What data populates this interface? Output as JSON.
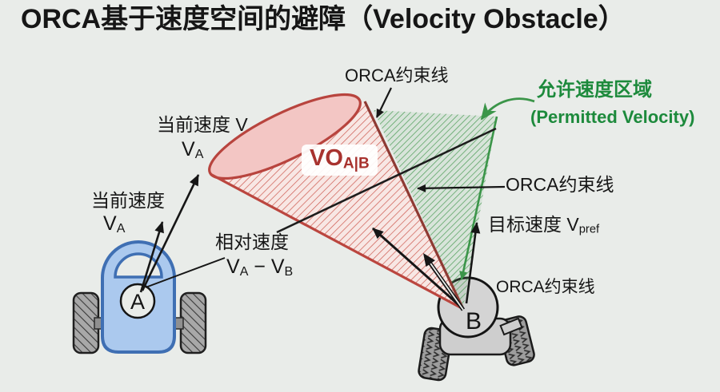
{
  "title": "ORCA基于速度空间的避障（Velocity Obstacle）",
  "labels": {
    "orca_constraint_top": "ORCA约束线",
    "orca_constraint_right": "ORCA约束线",
    "orca_constraint_bottom": "ORCA约束线",
    "permitted_region_cn": "允许速度区域",
    "permitted_region_en": "(Permitted Velocity)",
    "current_velocity_v": "当前速度 V",
    "current_velocity": "当前速度",
    "relative_velocity": "相对速度",
    "v_symbol": "V",
    "sub_a": "A",
    "sub_b": "B",
    "minus": " − ",
    "target_velocity": "目标速度 V",
    "sub_pref": "pref",
    "vo_main": "VO",
    "vo_sub": "A|B",
    "robot_a": "A",
    "robot_b": "B"
  },
  "colors": {
    "background": "#e9ece9",
    "cone_outline_red": "#bb463f",
    "cone_cap_pink": "#f3c6c4",
    "cone_hatch_red": "#cd594f",
    "vo_text_red": "#a8322e",
    "permitted_green": "#1d8a3c",
    "green_hatch": "#4d9c57",
    "robot_a_blue_fill": "#abc9ee",
    "robot_a_blue_outline": "#3f6fb3",
    "robot_b_gray": "#d4d4d4",
    "wheel_gray": "#a8a8a8",
    "ink": "#161616"
  }
}
